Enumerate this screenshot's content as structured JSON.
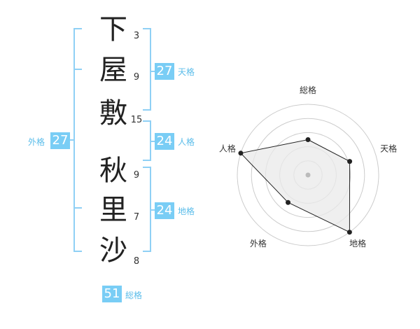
{
  "name": {
    "characters": [
      {
        "char": "下",
        "strokes": "3"
      },
      {
        "char": "屋",
        "strokes": "9"
      },
      {
        "char": "敷",
        "strokes": "15"
      },
      {
        "char": "秋",
        "strokes": "9"
      },
      {
        "char": "里",
        "strokes": "7"
      },
      {
        "char": "沙",
        "strokes": "8"
      }
    ]
  },
  "fortunes": {
    "tenkaku": {
      "value": "27",
      "label": "天格"
    },
    "jinkaku": {
      "value": "24",
      "label": "人格"
    },
    "chikaku": {
      "value": "24",
      "label": "地格"
    },
    "gaikaku": {
      "value": "27",
      "label": "外格"
    },
    "soukaku": {
      "value": "51",
      "label": "総格"
    }
  },
  "chart_data": {
    "type": "radar",
    "axes": [
      "総格",
      "天格",
      "地格",
      "外格",
      "人格"
    ],
    "levels": 5,
    "range": [
      0,
      5
    ],
    "values": [
      2.5,
      3.1,
      5.0,
      2.4,
      5.0
    ],
    "colors": {
      "fill": "#e9e9e9",
      "line": "#222222",
      "grid": "#cccccc",
      "center": "#bbbbbb"
    }
  }
}
